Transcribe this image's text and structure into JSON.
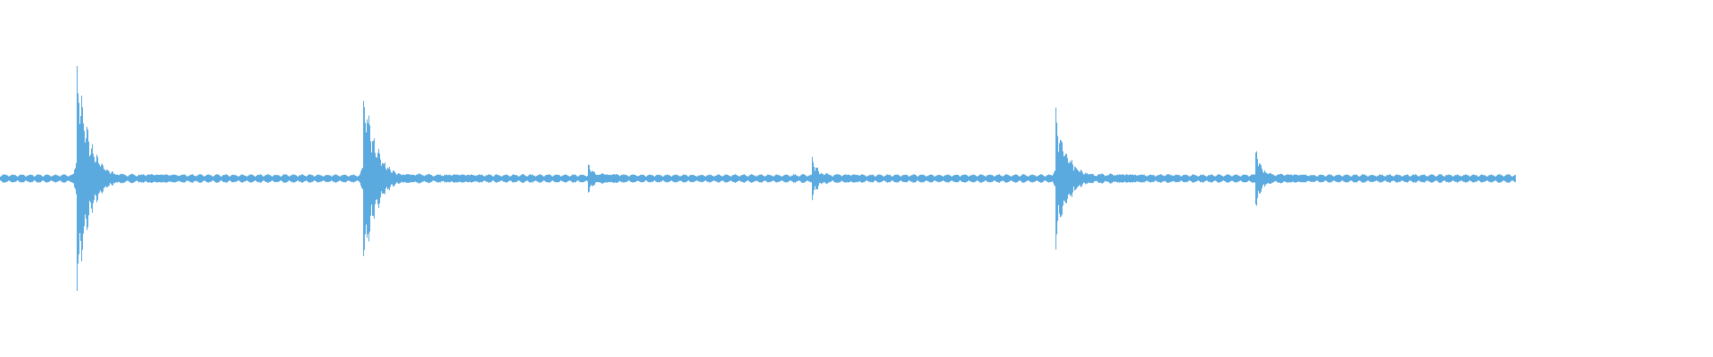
{
  "waveform": {
    "color": "#5aa9df",
    "background": "#ffffff",
    "transients": [
      {
        "onset_fraction": 0.045,
        "peak_amplitude": 0.82,
        "decay": "fast"
      },
      {
        "onset_fraction": 0.212,
        "peak_amplitude": 0.66,
        "decay": "fast"
      },
      {
        "onset_fraction": 0.343,
        "peak_amplitude": 0.12,
        "decay": "short"
      },
      {
        "onset_fraction": 0.474,
        "peak_amplitude": 0.16,
        "decay": "short"
      },
      {
        "onset_fraction": 0.616,
        "peak_amplitude": 0.47,
        "decay": "fast"
      },
      {
        "onset_fraction": 0.733,
        "peak_amplitude": 0.22,
        "decay": "short"
      }
    ],
    "audio_end_fraction": 0.885
  }
}
